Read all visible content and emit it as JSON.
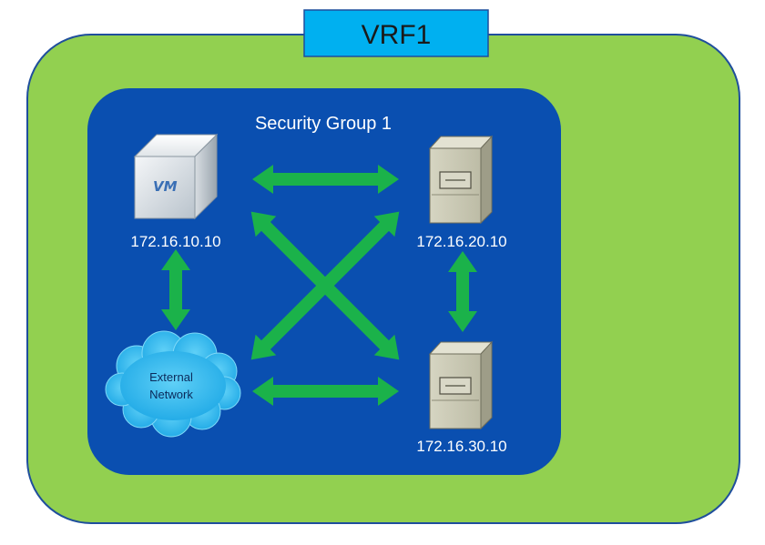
{
  "vrf": {
    "label": "VRF1"
  },
  "security_group": {
    "label": "Security Group 1"
  },
  "nodes": {
    "vm": {
      "icon_text": "VM",
      "ip": "172.16.10.10"
    },
    "server1": {
      "ip": "172.16.20.10"
    },
    "server2": {
      "ip": "172.16.30.10"
    },
    "cloud": {
      "line1": "External",
      "line2": "Network"
    }
  },
  "colors": {
    "vrf_fill": "#92d050",
    "vrf_stroke": "#1f4e9c",
    "vrf_label_fill": "#00b0f0",
    "group_fill": "#0a4fb0",
    "arrow": "#1bb24a",
    "cloud_fill": "#29b5ec",
    "server_fill": "#c9c8b4",
    "text_on_blue": "#ffffff"
  }
}
